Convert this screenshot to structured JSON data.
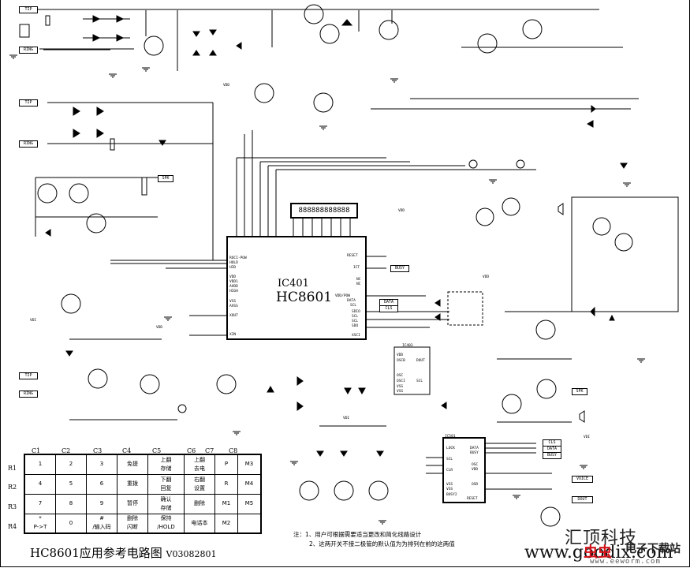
{
  "diagram": {
    "title": "HC8601应用参考电路图",
    "version": "V03082801",
    "main_ic": {
      "ref": "IC401",
      "part": "HC8601"
    },
    "lcd_display": "888888888888",
    "ports": {
      "tip_1": "TIP",
      "ring_1": "RING",
      "tip_2": "TIP",
      "ring_2": "RING",
      "tip_3": "TIP",
      "ring_3": "RING",
      "spk_1": "SPK",
      "spk_2": "SPK",
      "busy": "BUSY",
      "data": "DATA",
      "cls": "CLS",
      "voice": "VOICE",
      "dout": "DOUT",
      "busy_out": "BUSY",
      "data_out": "DATA",
      "cls_out": "CLS"
    },
    "supply_labels": [
      "VDD",
      "VDD",
      "VDD",
      "VDD",
      "VDI",
      "VDI",
      "VDI"
    ],
    "sub_ics": [
      {
        "ref": "IC403",
        "pins": [
          "VDD",
          "OSCB",
          "OSC",
          "OSCI",
          "VSS",
          "VSS",
          "DOUT",
          "SCL"
        ]
      },
      {
        "ref": "IC501",
        "pins": [
          "LOCK",
          "SCL",
          "DATA",
          "BUSY",
          "CLR",
          "OSC",
          "VDD",
          "OSR",
          "VSS",
          "VSS",
          "BUSY2",
          "RESET"
        ]
      }
    ],
    "ic_pins_left": [
      "ROCI-POW",
      "HOLD",
      "HID",
      "VDD",
      "VDD1",
      "AVDD",
      "HIGH",
      "VSS",
      "AVSS",
      "XOUT",
      "XIN"
    ],
    "ic_pins_right": [
      "RESET",
      "ICT",
      "NC",
      "NC",
      "VDD/POW",
      "DATA",
      "SCL",
      "SDIO",
      "SCL",
      "SCL",
      "SDO",
      "XSCI"
    ],
    "notes": [
      "注：1、用户可根据需要适当更改和简化线路设计",
      "2、这两开关不接二极管的默认值为为排列在前的这两值"
    ],
    "keypad": {
      "columns": [
        "C1",
        "C2",
        "C3",
        "C4",
        "C5",
        "C6",
        "C7",
        "C8"
      ],
      "rows": [
        {
          "label": "R1",
          "cells": [
            "1",
            "2",
            "3",
            "免提",
            "上翻\n存储",
            "上翻\n去电",
            "P",
            "M3"
          ]
        },
        {
          "label": "R2",
          "cells": [
            "4",
            "5",
            "6",
            "重拨",
            "下翻\n回复",
            "右翻\n设置",
            "R",
            "M4"
          ]
        },
        {
          "label": "R3",
          "cells": [
            "7",
            "8",
            "9",
            "暂停",
            "确认\n存储",
            "删除",
            "M1",
            "M5"
          ]
        },
        {
          "label": "R4",
          "cells": [
            "*\nP->T",
            "0",
            "#\n/输入码",
            "删除\n闪断",
            "保持\n/HOLD",
            "电话本",
            "M2",
            ""
          ]
        }
      ]
    },
    "watermark": {
      "company": "汇顶科技",
      "site_1": "www.goodix.com",
      "site_2": "电子下载站",
      "site_3": "www.eeworm.com"
    }
  }
}
